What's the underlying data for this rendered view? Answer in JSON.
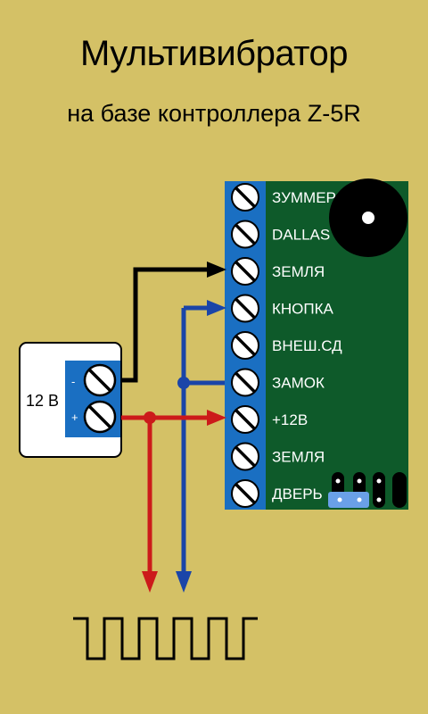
{
  "title": "Мультивибратор",
  "subtitle": "на базе контроллера Z-5R",
  "power_supply": {
    "label": "12 В",
    "minus": "-",
    "plus": "+"
  },
  "controller": {
    "terminals": [
      "ЗУММЕР",
      "DALLAS",
      "ЗЕМЛЯ",
      "КНОПКА",
      "ВНЕШ.СД",
      "ЗАМОК",
      "+12В",
      "ЗЕМЛЯ",
      "ДВЕРЬ"
    ]
  },
  "colors": {
    "background": "#d4c166",
    "board": "#0e5a2a",
    "terminal_strip": "#1a6fc2",
    "wire_black": "#000000",
    "wire_blue": "#1a45a8",
    "wire_red": "#cc1a1a",
    "jumper": "#6aa0e8"
  }
}
